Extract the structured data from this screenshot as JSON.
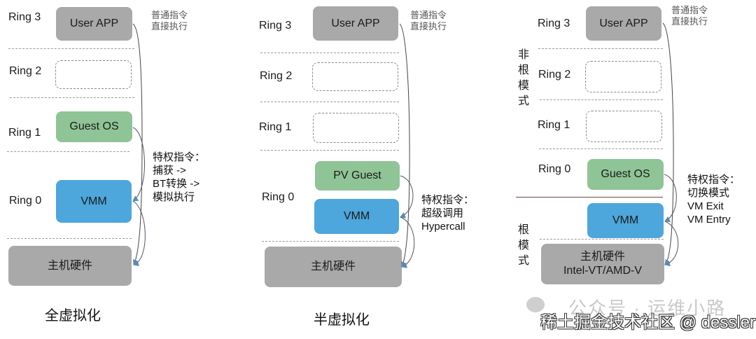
{
  "panels": [
    {
      "caption": "全虚拟化",
      "rings": [
        "Ring 3",
        "Ring 2",
        "Ring 1",
        "Ring 0"
      ],
      "boxes": {
        "user_app": "User APP",
        "guest": "Guest OS",
        "vmm": "VMM",
        "hardware": "主机硬件"
      },
      "note_normal": "普通指令\n直接执行",
      "note_priv": "特权指令：\n捕获 ->\nBT转换 ->\n模拟执行"
    },
    {
      "caption": "半虚拟化",
      "rings": [
        "Ring 3",
        "Ring 2",
        "Ring 1",
        "Ring 0"
      ],
      "boxes": {
        "user_app": "User APP",
        "guest": "PV Guest",
        "vmm": "VMM",
        "hardware": "主机硬件"
      },
      "note_normal": "普通指令\n直接执行",
      "note_priv": "特权指令：\n超级调用\nHypercall"
    },
    {
      "rings": [
        "Ring 3",
        "Ring 2",
        "Ring 1",
        "Ring 0"
      ],
      "boxes": {
        "user_app": "User APP",
        "guest": "Guest OS",
        "vmm": "VMM",
        "hardware": "主机硬件\nIntel-VT/AMD-V"
      },
      "mode_nonroot": "非根模式",
      "mode_root": "根模式",
      "note_normal": "普通指令\n直接执行",
      "note_priv": "特权指令：\n切换模式\nVM Exit\nVM Entry"
    }
  ],
  "watermark": {
    "wechat": "公众号 · 运维小路",
    "juejin": "稀土掘金技术社区 @ dessler"
  },
  "colors": {
    "gray_box": "#a9a9a9",
    "guest_green": "#8fc496",
    "vmm_blue": "#4da6dc",
    "arrow": "#4a5a6a"
  }
}
